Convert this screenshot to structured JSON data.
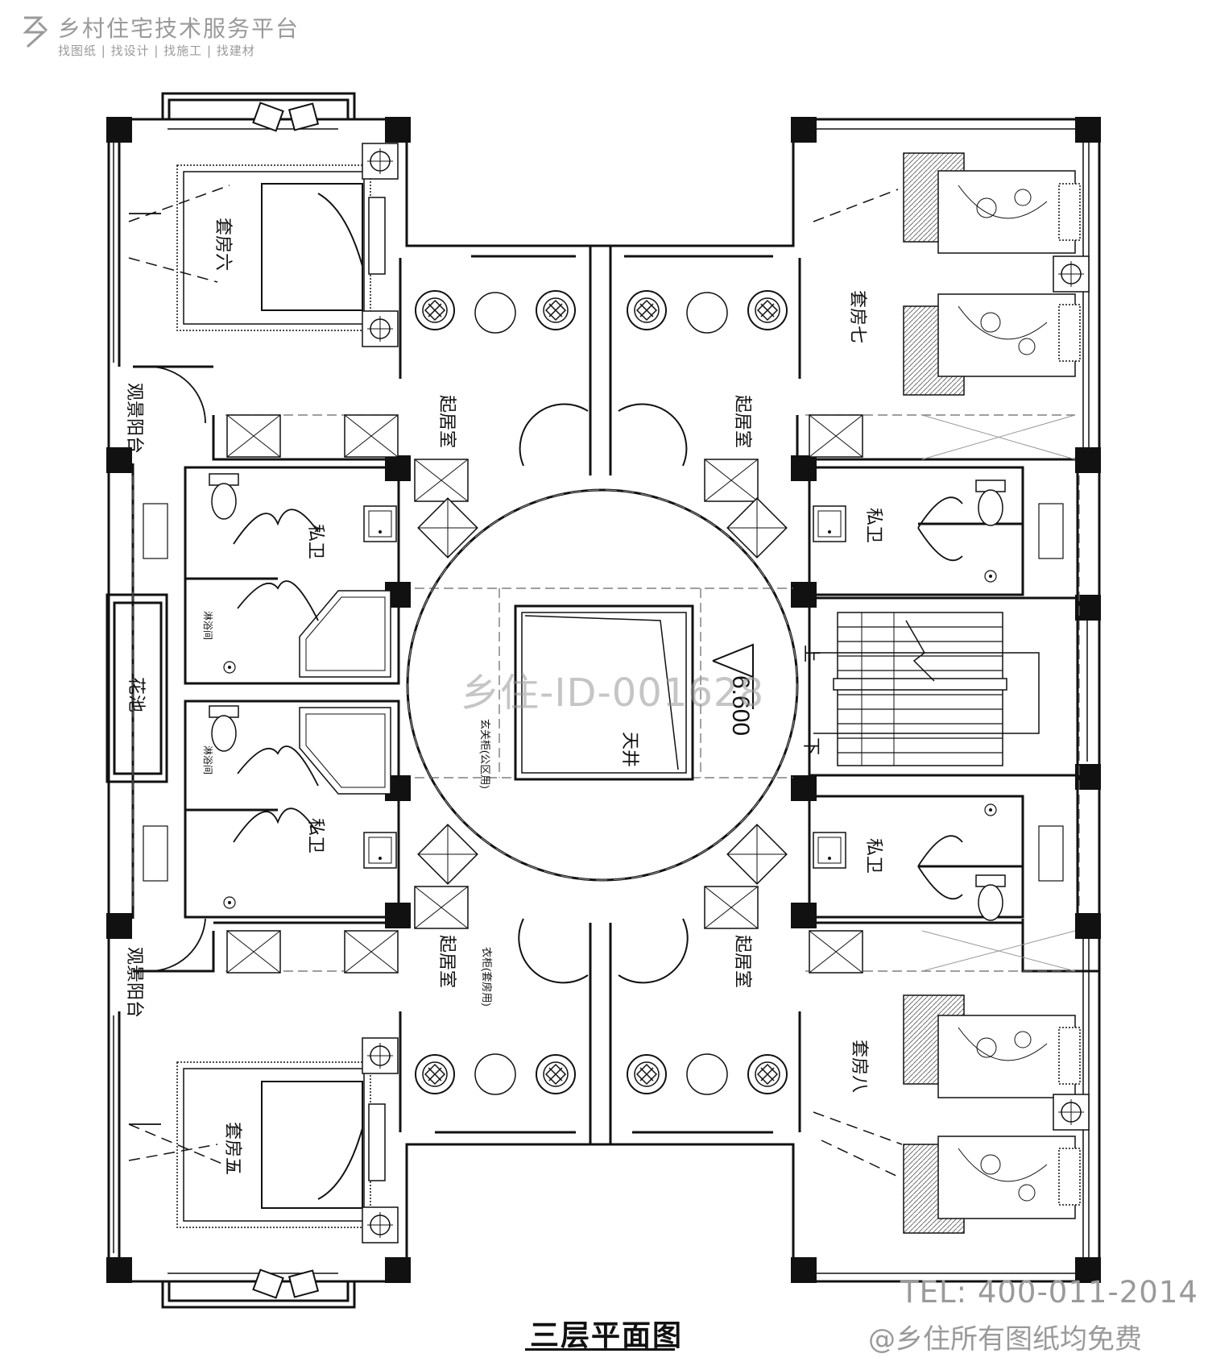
{
  "header": {
    "brand": "乡村住宅技术服务平台",
    "slogan": "找图纸 | 找设计 | 找施工 | 找建材"
  },
  "rooms": {
    "suite6": "套房六",
    "suite7": "套房七",
    "suite5": "套房五",
    "suite8": "套房八",
    "living_nw": "起居室",
    "living_ne": "起居室",
    "living_sw": "起居室",
    "living_se": "起居室",
    "bath_nw": "私卫",
    "bath_ne": "私卫",
    "bath_sw": "私卫",
    "bath_se": "私卫",
    "balcony_n": "观景阳台",
    "balcony_s": "观景阳台",
    "flower_pool": "花池",
    "shower_n": "淋浴间",
    "shower_s": "淋浴间",
    "atrium": "天井",
    "stair_up": "上",
    "stair_down": "下"
  },
  "annotations": {
    "level": "6.600",
    "cabinet": "玄关柜(公区用)",
    "wardrobe": "衣柜(套房用)"
  },
  "watermark": "乡住-ID-001628",
  "title": "三层平面图",
  "footer": {
    "tel": "TEL: 400-011-2014",
    "free": "@乡住所有图纸均免费"
  }
}
